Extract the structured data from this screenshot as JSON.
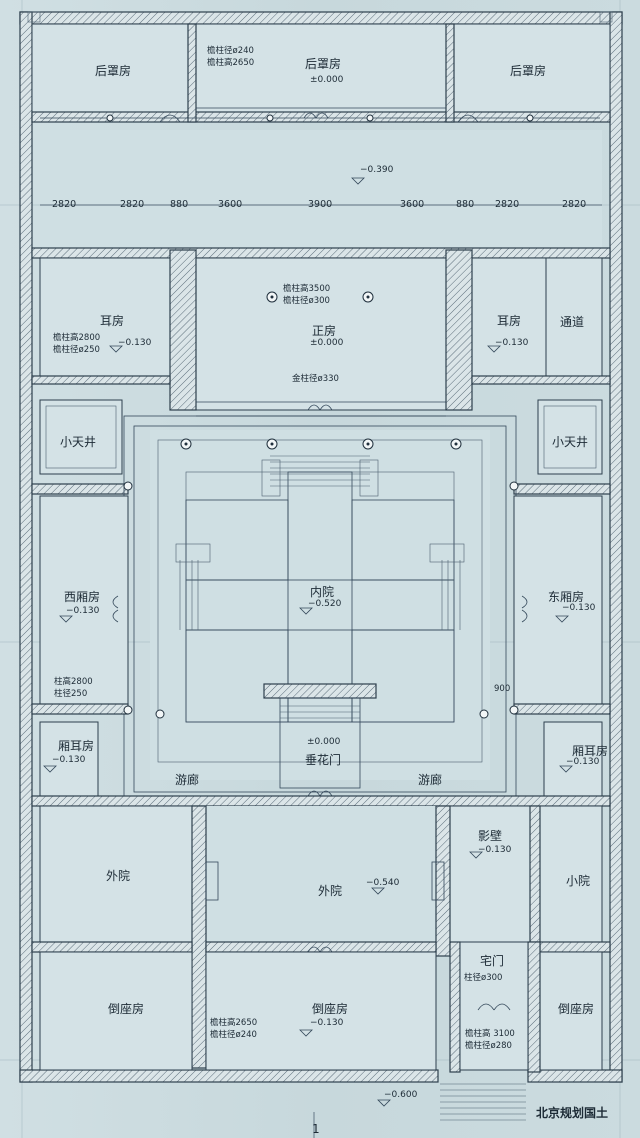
{
  "rooms": {
    "rear_left": "后罩房",
    "rear_mid": "后罩房",
    "rear_right": "后罩房",
    "ear_left": "耳房",
    "main_hall": "正房",
    "ear_right": "耳房",
    "passage": "通道",
    "small_court_left": "小天井",
    "small_court_right": "小天井",
    "west_wing": "西厢房",
    "inner_court": "内院",
    "east_wing": "东厢房",
    "wing_ear_left": "厢耳房",
    "wing_ear_right": "厢耳房",
    "gallery_left": "游廊",
    "gallery_right": "游廊",
    "flower_gate": "垂花门",
    "screen_wall": "影壁",
    "outer_court_left": "外院",
    "outer_court_mid": "外院",
    "small_court_se": "小院",
    "house_gate": "宅门",
    "front_left": "倒座房",
    "front_mid": "倒座房",
    "front_right": "倒座房"
  },
  "elevations": {
    "rear_mid": "±0.000",
    "rear_yard": "−0.390",
    "ear_left": "−0.130",
    "main_hall": "±0.000",
    "ear_right": "−0.130",
    "west_wing": "−0.130",
    "inner_court": "−0.520",
    "east_wing": "−0.130",
    "wing_ear_left": "−0.130",
    "wing_ear_right": "−0.130",
    "flower_gate": "±0.000",
    "screen_wall": "−0.130",
    "outer_court": "−0.540",
    "front_mid": "−0.130",
    "entrance": "−0.600"
  },
  "notes": {
    "rear_col1": "檐柱径ø240",
    "rear_col2": "檐柱高2650",
    "hall_col1": "檐柱高3500",
    "hall_col2": "檐柱径ø300",
    "hall_gold": "金柱径ø330",
    "ear_col1": "檐柱高2800",
    "ear_col2": "檐柱径ø250",
    "wing_col1": "柱高2800",
    "wing_col2": "柱径250",
    "front_col1": "檐柱高2650",
    "front_col2": "檐柱径ø240",
    "gate_col": "柱径ø300",
    "gate_col1": "檐柱高 3100",
    "gate_col2": "檐柱径ø280",
    "dim_900": "900"
  },
  "dimensions": [
    "2820",
    "2820",
    "880",
    "3600",
    "3900",
    "3600",
    "880",
    "2820",
    "2820"
  ],
  "footer": {
    "page_mark": "1",
    "watermark": "北京规划国土"
  }
}
